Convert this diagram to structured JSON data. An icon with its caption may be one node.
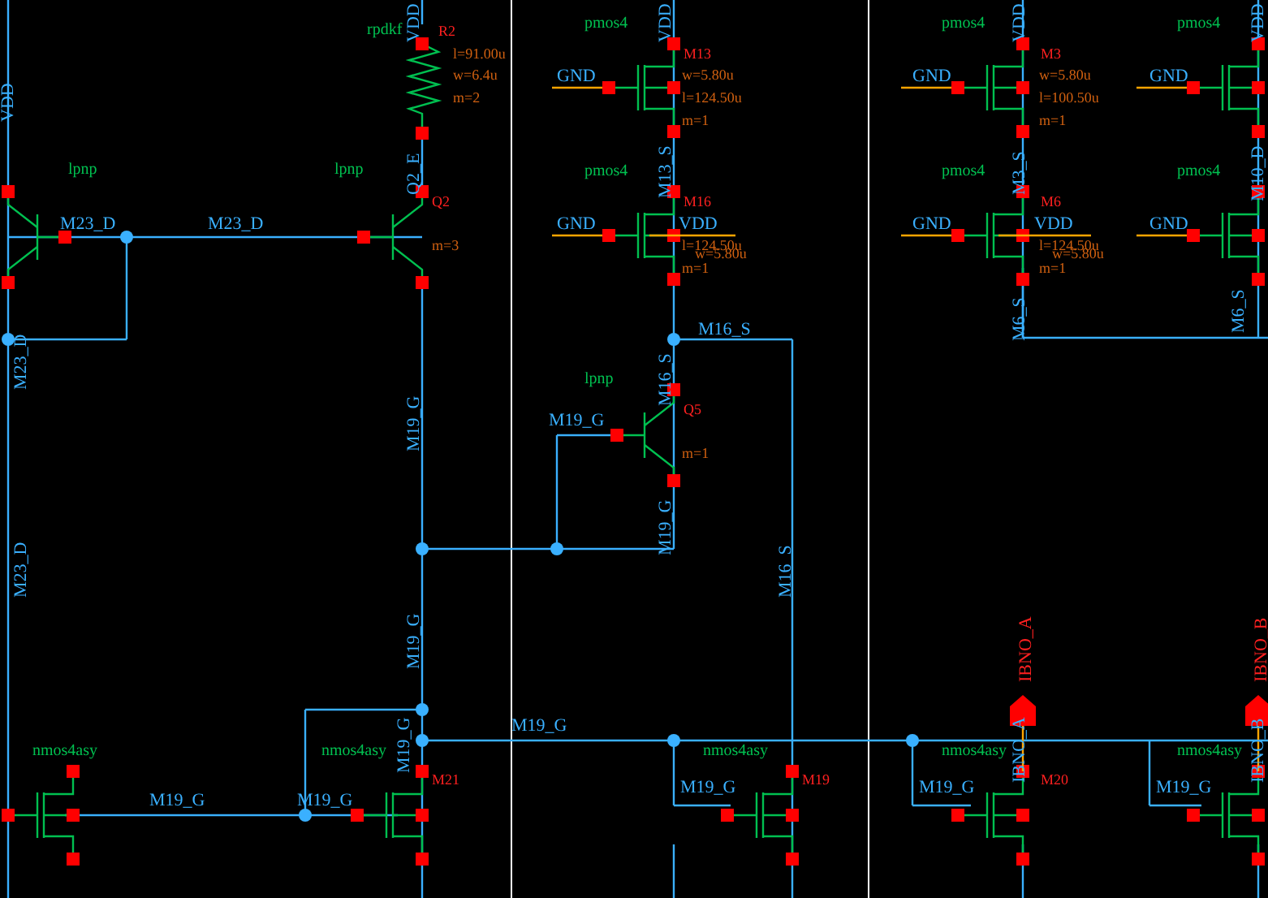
{
  "diagram": {
    "labels": [
      "VDD",
      "rpdkf",
      "VDD",
      "R2",
      "l=91.00u",
      "w=6.4u",
      "m=2",
      "lpnp",
      "lpnp",
      "Q2_E",
      "Q2",
      "M23_D",
      "M23_D",
      "m=3",
      "M23_D",
      "M19_G",
      "M23_D",
      "M19_G",
      "M19_G",
      "nmos4asy",
      "nmos4asy",
      "M21",
      "M19_G",
      "M19_G",
      "pmos4",
      "VDD",
      "M13",
      "GND",
      "w=5.80u",
      "l=124.50u",
      "m=1",
      "pmos4",
      "M13_S",
      "M16",
      "GND",
      "w=5.80u",
      "VDD",
      "l=124.50u",
      "m=1",
      "M16_S",
      "M16_S",
      "lpnp",
      "Q5",
      "M19_G",
      "m=1",
      "M19_G",
      "M16_S",
      "M19_G",
      "nmos4asy",
      "M19",
      "M19_G",
      "pmos4",
      "VDD",
      "M3",
      "GND",
      "w=5.80u",
      "l=100.50u",
      "m=1",
      "pmos4",
      "VDD",
      "GND",
      "pmos4",
      "M3_S",
      "M6",
      "GND",
      "w=5.80u",
      "VDD",
      "l=124.50u",
      "m=1",
      "M6_S",
      "pmos4",
      "M10_D",
      "GND",
      "M6_S",
      "IBNO_A",
      "IBNO_B",
      "IBNO_A",
      "IBNO_B",
      "nmos4asy",
      "M20",
      "M19_G",
      "nmos4asy",
      "M19_G"
    ]
  }
}
